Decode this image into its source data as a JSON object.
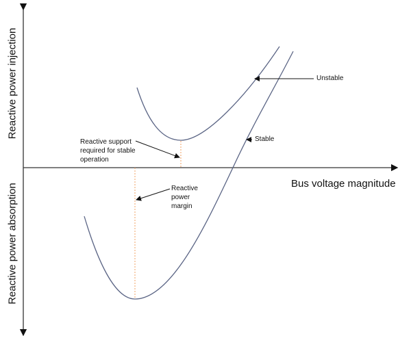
{
  "axes": {
    "x_label": "Bus voltage magnitude",
    "y_label_positive": "Reactive power injection",
    "y_label_negative": "Reactive power absorption"
  },
  "annotations": {
    "unstable": "Unstable",
    "stable": "Stable",
    "reactive_support": "Reactive support required for stable operation",
    "reactive_margin": "Reactive power margin"
  },
  "colors": {
    "curve": "#5b6585",
    "guide": "#f0a060",
    "axis": "#333333"
  }
}
